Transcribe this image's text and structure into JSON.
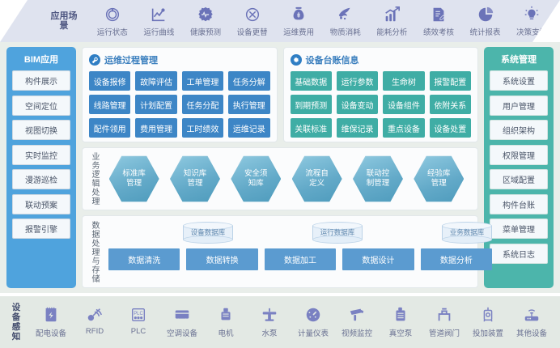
{
  "scene_bar": {
    "title": "应用场景",
    "items": [
      {
        "label": "运行状态",
        "icon": "rings-icon"
      },
      {
        "label": "运行曲线",
        "icon": "line-chart-icon"
      },
      {
        "label": "健康预测",
        "icon": "health-gear-icon"
      },
      {
        "label": "设备更替",
        "icon": "replace-circle-icon"
      },
      {
        "label": "运维费用",
        "icon": "money-bag-icon"
      },
      {
        "label": "物质消耗",
        "icon": "material-icon"
      },
      {
        "label": "能耗分析",
        "icon": "bar-chart-up-icon"
      },
      {
        "label": "绩效考核",
        "icon": "clipboard-edit-icon"
      },
      {
        "label": "统计报表",
        "icon": "pie-chart-icon"
      },
      {
        "label": "决策支持",
        "icon": "lightbulb-icon"
      }
    ]
  },
  "left_sidebar": {
    "title": "BIM应用",
    "items": [
      {
        "label": "构件展示"
      },
      {
        "label": "空间定位"
      },
      {
        "label": "视图切换"
      },
      {
        "label": "实时监控"
      },
      {
        "label": "漫游巡检"
      },
      {
        "label": "联动预案"
      },
      {
        "label": "报警引擎"
      }
    ]
  },
  "right_sidebar": {
    "title": "系统管理",
    "items": [
      {
        "label": "系统设置"
      },
      {
        "label": "用户管理"
      },
      {
        "label": "组织架构"
      },
      {
        "label": "权限管理"
      },
      {
        "label": "区域配置"
      },
      {
        "label": "构件台账"
      },
      {
        "label": "菜单管理"
      },
      {
        "label": "系统日志"
      }
    ]
  },
  "ops_panel": {
    "title": "运维过程管理",
    "icon": "tools-icon",
    "items": [
      {
        "label": "设备报修"
      },
      {
        "label": "故障评估"
      },
      {
        "label": "工单管理"
      },
      {
        "label": "任务分解"
      },
      {
        "label": "线路管理"
      },
      {
        "label": "计划配置"
      },
      {
        "label": "任务分配"
      },
      {
        "label": "执行管理"
      },
      {
        "label": "配件领用"
      },
      {
        "label": "费用管理"
      },
      {
        "label": "工时绩效"
      },
      {
        "label": "运维记录"
      }
    ]
  },
  "ledger_panel": {
    "title": "设备台账信息",
    "icon": "gear-icon",
    "items": [
      {
        "label": "基础数据"
      },
      {
        "label": "运行参数"
      },
      {
        "label": "生命树"
      },
      {
        "label": "报警配置"
      },
      {
        "label": "到期预测"
      },
      {
        "label": "设备变动"
      },
      {
        "label": "设备组件"
      },
      {
        "label": "依附关系"
      },
      {
        "label": "关联标准"
      },
      {
        "label": "维保记录"
      },
      {
        "label": "重点设备"
      },
      {
        "label": "设备处置"
      }
    ]
  },
  "logic_band": {
    "title": "业务逻辑处理",
    "items": [
      {
        "label": "标准库\n管理"
      },
      {
        "label": "知识库\n管理"
      },
      {
        "label": "安全须\n知库"
      },
      {
        "label": "流程自\n定义"
      },
      {
        "label": "联动控\n制管理"
      },
      {
        "label": "经验库\n管理"
      }
    ]
  },
  "data_band": {
    "title": "数据处理与存储",
    "databases": [
      {
        "label": "设备数据库"
      },
      {
        "label": "运行数据库"
      },
      {
        "label": "业务数据库"
      }
    ],
    "processes": [
      {
        "label": "数据清洗"
      },
      {
        "label": "数据转换"
      },
      {
        "label": "数据加工"
      },
      {
        "label": "数据设计"
      },
      {
        "label": "数据分析"
      }
    ]
  },
  "sense_bar": {
    "title": "设备感知",
    "items": [
      {
        "label": "配电设备",
        "icon": "power-cabinet-icon"
      },
      {
        "label": "RFID",
        "icon": "rfid-icon"
      },
      {
        "label": "PLC",
        "icon": "plc-icon"
      },
      {
        "label": "空调设备",
        "icon": "air-conditioner-icon"
      },
      {
        "label": "电机",
        "icon": "motor-icon"
      },
      {
        "label": "水泵",
        "icon": "water-pump-icon"
      },
      {
        "label": "计量仪表",
        "icon": "meter-gauge-icon"
      },
      {
        "label": "视频监控",
        "icon": "cctv-camera-icon"
      },
      {
        "label": "真空泵",
        "icon": "vacuum-pump-icon"
      },
      {
        "label": "管道阀门",
        "icon": "pipe-valve-icon"
      },
      {
        "label": "投加装置",
        "icon": "dosing-device-icon"
      },
      {
        "label": "其他设备",
        "icon": "router-other-icon"
      }
    ]
  },
  "colors": {
    "bim_blue": "#4fa3dd",
    "system_teal": "#4cb5ab",
    "tile_blue": "#3d86c6",
    "tile_teal": "#3fada5",
    "scene_bar_bg": "#dfe3ef",
    "body_bg": "#e9eeea",
    "sense_bar_bg": "#e3e9e4",
    "icon_purple": "#6b73b8"
  }
}
